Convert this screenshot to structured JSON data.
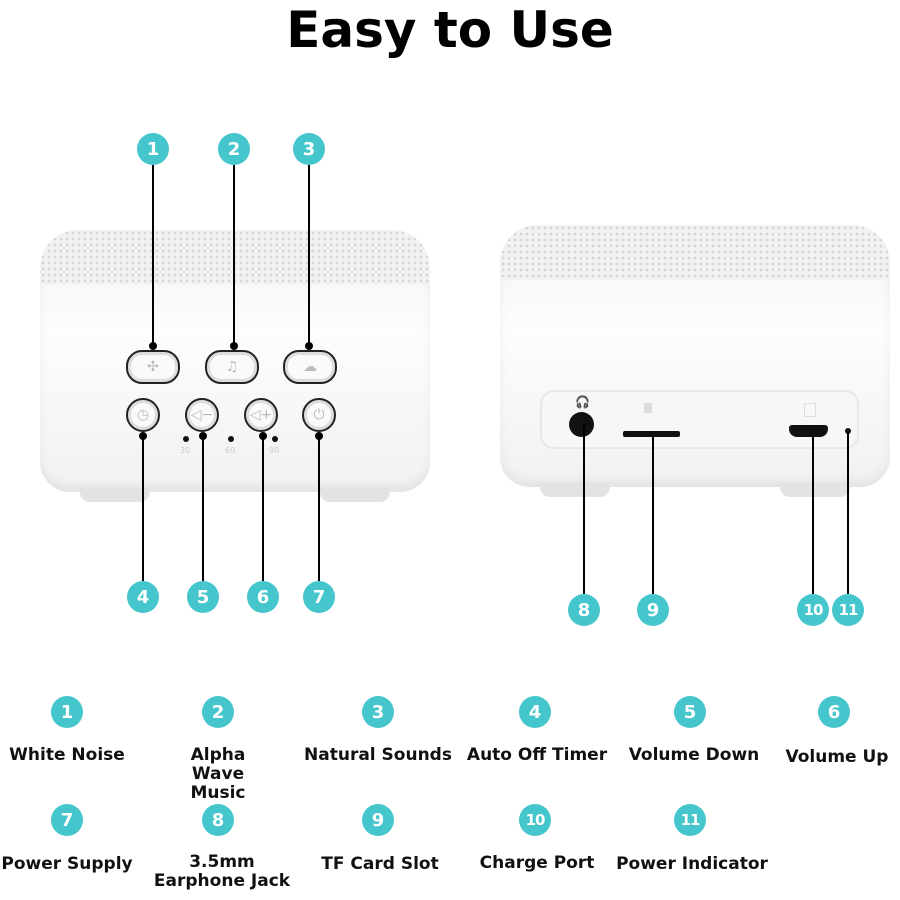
{
  "title": "Easy to Use",
  "accent_color": "#45c6cc",
  "device_timer_ticks": [
    "30",
    "60",
    "90"
  ],
  "callouts_left": [
    "1",
    "2",
    "3",
    "4",
    "5",
    "6",
    "7"
  ],
  "callouts_right": [
    "8",
    "9",
    "10",
    "11"
  ],
  "legend": [
    {
      "num": "1",
      "label": "White Noise"
    },
    {
      "num": "2",
      "label": "Alpha Wave Music"
    },
    {
      "num": "3",
      "label": "Natural Sounds"
    },
    {
      "num": "4",
      "label": "Auto Off Timer"
    },
    {
      "num": "5",
      "label": "Volume Down"
    },
    {
      "num": "6",
      "label": "Volume Up"
    },
    {
      "num": "7",
      "label": "Power Supply"
    },
    {
      "num": "8",
      "label": "3.5mm Earphone Jack"
    },
    {
      "num": "9",
      "label": "TF Card Slot"
    },
    {
      "num": "10",
      "label": "Charge Port"
    },
    {
      "num": "11",
      "label": "Power Indicator"
    }
  ]
}
